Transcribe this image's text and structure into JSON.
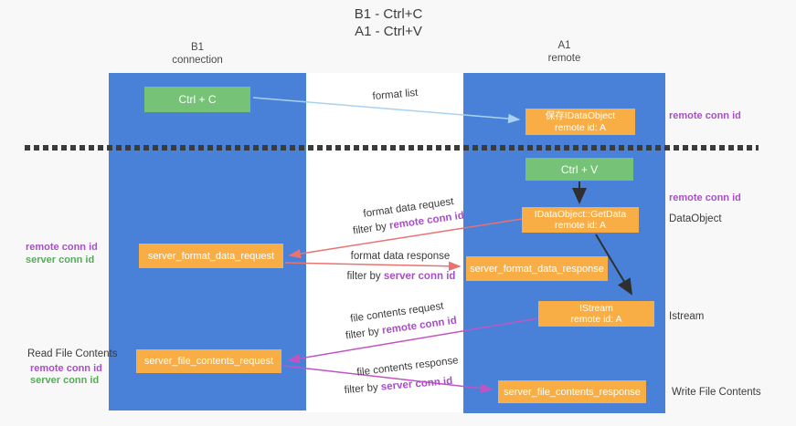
{
  "title": {
    "line1": "B1 - Ctrl+C",
    "line2": "A1 - Ctrl+V"
  },
  "lanes": {
    "left": {
      "name": "B1",
      "role": "connection"
    },
    "right": {
      "name": "A1",
      "role": "remote"
    }
  },
  "nodes": {
    "ctrl_c": {
      "label": "Ctrl + C"
    },
    "ctrl_v": {
      "label": "Ctrl + V"
    },
    "save_idataobject": {
      "line1": "保存IDataObject",
      "line2": "remote id: A"
    },
    "idataobject_getdata": {
      "line1": "IDataObject::GetData",
      "line2": "remote id: A"
    },
    "istream": {
      "line1": "IStream",
      "line2": "remote id: A"
    },
    "server_format_data_request": {
      "label": "server_format_data_request"
    },
    "server_format_data_response": {
      "label": "server_format_data_response"
    },
    "server_file_contents_request": {
      "label": "server_file_contents_request"
    },
    "server_file_contents_response": {
      "label": "server_file_contents_response"
    }
  },
  "edge_labels": {
    "format_list": "format list",
    "format_data_request": {
      "line1": "format data request",
      "filter_prefix": "filter by ",
      "filter_key": "remote conn id"
    },
    "format_data_response": {
      "line1": "format data response",
      "filter_prefix": "filter by ",
      "filter_key": "server conn id"
    },
    "file_contents_request": {
      "line1": "file contents request",
      "filter_prefix": "filter by ",
      "filter_key": "remote conn id"
    },
    "file_contents_response": {
      "line1": "file contents response",
      "filter_prefix": "filter by ",
      "filter_key": "server conn id"
    }
  },
  "annotations": {
    "right_top_conn_id": "remote conn id",
    "right_mid_conn_id": "remote conn id",
    "dataobject": "DataObject",
    "istream": "Istream",
    "write_file_contents": "Write File Contents",
    "left_mid": {
      "remote": "remote conn id",
      "server": "server conn id"
    },
    "read_file_contents": "Read File Contents",
    "left_bottom": {
      "remote": "remote conn id",
      "server": "server conn id"
    }
  },
  "colors": {
    "lane_blue": "#4a81d8",
    "node_orange": "#f8ae45",
    "node_green": "#76c276",
    "arrow_lightblue": "#a8d2f0",
    "arrow_red": "#e8736f",
    "arrow_magenta": "#c353c3",
    "arrow_black": "#2f2f2f",
    "text_purple": "#a84fc8",
    "text_green": "#56ab5a"
  }
}
